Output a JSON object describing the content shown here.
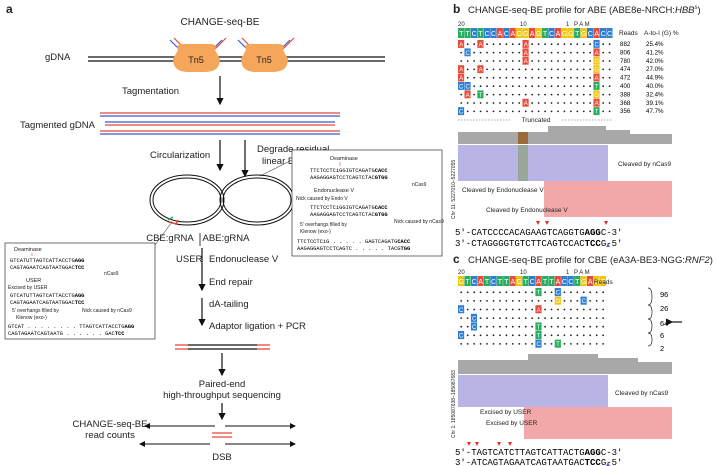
{
  "panel_a": {
    "label": "a",
    "title": "CHANGE-seq-BE",
    "gdna": "gDNA",
    "tn5": "Tn5",
    "tagmentation": "Tagmentation",
    "tagmented_gdna": "Tagmented gDNA",
    "circularization": "Circularization",
    "degrade_1": "Degrade residual",
    "degrade_2": "linear DNA",
    "cbe": "CBE:gRNA",
    "abe": "ABE:gRNA",
    "user": "USER",
    "endonuclease": "Endonuclease V",
    "end_repair": "End repair",
    "da_tailing": "dA-tailing",
    "adaptor": "Adaptor ligation + PCR",
    "paired_1": "Paired-end",
    "paired_2": "high-throughput sequencing",
    "readcounts_1": "CHANGE-seq-BE",
    "readcounts_2": "read counts",
    "dsb": "DSB",
    "abe_box": {
      "deaminase": "Deaminase",
      "seq1_top": "TTCTCCTCiGGIGTCAGATG",
      "seq1_top_bold": "CACC",
      "seq1_bot": "AAGAGGAGTCCTCAGTCTAC",
      "seq1_bot_bold": "GTGG",
      "ncas9": "nCas9",
      "endo_v": "Endonuclease V",
      "nick_endo": "Nick caused by Endo V",
      "nick_cas9": "Nick caused by nCas9",
      "seq2_top": "TTCTCCTCiGGIGTCAGATG",
      "seq2_top_bold": "CACC",
      "seq2_bot": "AAGAGGAGTCCTCAGTCTAC",
      "seq2_bot_bold": "GTGG",
      "overhang": "5' overhangs filled by",
      "klenow": "Klenow (exo-)",
      "seq3_top_a": "TTCTCCTCiG",
      "seq3_top_b": "GAGTCAGATG",
      "seq3_top_bold": "CACC",
      "seq3_bot_a": "AAGAGGAGTCCTCAGTC",
      "seq3_bot_b": "TACG",
      "seq3_bot_bold": "TGG"
    },
    "cbe_box": {
      "deaminase": "Deaminase",
      "seq1_top": "GTCATUTTAGTCATTACCTG",
      "seq1_top_bold": "AGG",
      "seq1_bot": "CAGTAGAATCAGTAATGGAC",
      "seq1_bot_bold": "TCC",
      "ncas9": "nCas9",
      "user": "USER",
      "excised": "Excised by USER",
      "seq2_top": "GTCATUTTAGTCATTACCTG",
      "seq2_top_bold": "AGG",
      "seq2_bot": "CAGTAGAATCAGTAATGGAC",
      "seq2_bot_bold": "TCC",
      "overhang": "5' overhangs filled by",
      "klenow": "Klenow (exo-)",
      "nick_cas9": "Nick caused by nCas9",
      "seq3_top_a": "GTCAT",
      "seq3_top_b": "TTAGTCATTACCTG",
      "seq3_top_bold": "AGG",
      "seq3_bot_a": "CAGTAGAATCAGTAATG",
      "seq3_bot_b": "GAC",
      "seq3_bot_bold": "TCC"
    }
  },
  "panel_b": {
    "label": "b",
    "title": "CHANGE-seq-BE profile for ABE (ABE8e-NRCH:",
    "title_gene": "HBB",
    "title_sup": "s",
    "title_end": ")",
    "pos20": "20",
    "pos10": "10",
    "pos1": "1",
    "pam": "P A M",
    "ref": [
      "T",
      "T",
      "C",
      "T",
      "C",
      "C",
      "A",
      "C",
      "A",
      "G",
      "G",
      "A",
      "G",
      "T",
      "C",
      "A",
      "G",
      "G",
      "T",
      "G",
      "C",
      "A",
      "C",
      "C"
    ],
    "col_reads": "Reads",
    "col_ratio": "A-to-I (G) %",
    "reads": [
      "882",
      "806",
      "780",
      "474",
      "472",
      "400",
      "388",
      "368",
      "356"
    ],
    "pct": [
      "25.4%",
      "41.2%",
      "42.0%",
      "27.0%",
      "44.9%",
      "40.0%",
      "32.4%",
      "39.1%",
      "47.7%"
    ],
    "truncated": "Truncated",
    "ylabel": "Chr 11: 5227010–5227055",
    "cleaved_ncas9": "Cleaved by nCas9",
    "cleaved_endo": "Cleaved by Endonuclease V",
    "cleaved_endo2": "Cleaved by Endonuclease V",
    "seq_top_lead": "5′-",
    "seq_top": "CATCCCCACAGAAGTCAGGTG",
    "seq_top_bold": "AGG",
    "seq_top_c": "C",
    "seq_top_tail": "-3′",
    "seq_bot_lead": "3′-",
    "seq_bot": "CTAGGGGTGTCTTCAGTCCAC",
    "seq_bot_bold": "TCC",
    "seq_bot_c": "G",
    "seq_bot_tail": "-5′"
  },
  "panel_c": {
    "label": "c",
    "title": "CHANGE-seq-BE profile for CBE (eA3A-BE3-NGG:",
    "title_gene": "RNF2",
    "title_end": ")",
    "pos20": "20",
    "pos10": "10",
    "pos1": "1",
    "pam": "P A M",
    "ref": [
      "G",
      "T",
      "C",
      "A",
      "T",
      "C",
      "T",
      "T",
      "A",
      "G",
      "T",
      "C",
      "A",
      "T",
      "T",
      "A",
      "C",
      "C",
      "T",
      "G",
      "A",
      "G",
      "G"
    ],
    "col_reads": "Reads",
    "group_counts": [
      "96",
      "64",
      "26",
      "6",
      "2"
    ],
    "ylabel": "Chr 1: 185087638–185087683",
    "cleaved_ncas9": "Cleaved by nCas9",
    "excised_user": "Excised by USER",
    "excised_user2": "Excised by USER",
    "seq_top_lead": "5′-",
    "seq_top": "TAGTCATCTTAGTCATTACTG",
    "seq_top_bold": "AGG",
    "seq_top_c": "C",
    "seq_top_tail": "-3′",
    "seq_bot_lead": "3′-",
    "seq_bot": "ATCAGTAGAATCAGTAATGAC",
    "seq_bot_bold": "TCC",
    "seq_bot_c": "G",
    "seq_bot_tail": "-5′"
  },
  "colors": {
    "A": "#e74c3c",
    "C": "#2e7fd6",
    "G": "#f1c40f",
    "T": "#27ae60",
    "tn5": "#f5a65b",
    "blue_fill": "#b8b5e6",
    "pink_fill": "#f2a8a8",
    "coverage": "#a8a8a8",
    "red": "#e0302c"
  }
}
